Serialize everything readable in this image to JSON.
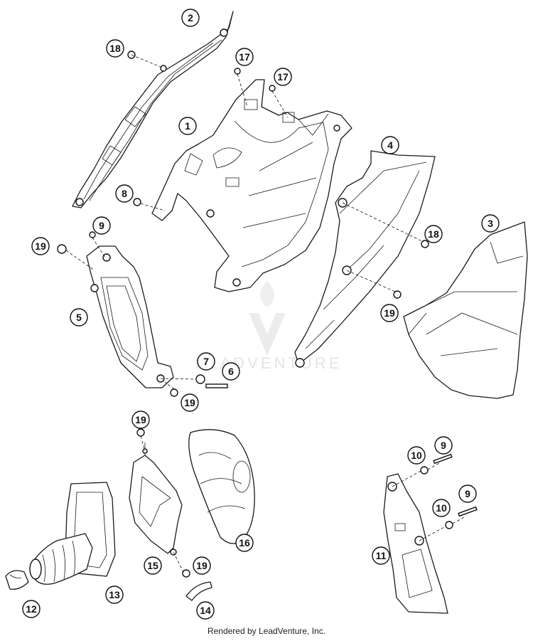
{
  "diagram": {
    "watermark_text": "LEADVENTURE",
    "callouts": [
      {
        "id": "c2a",
        "label": "2"
      },
      {
        "id": "c18a",
        "label": "18"
      },
      {
        "id": "c17a",
        "label": "17"
      },
      {
        "id": "c17b",
        "label": "17"
      },
      {
        "id": "c1",
        "label": "1"
      },
      {
        "id": "c4",
        "label": "4"
      },
      {
        "id": "c8",
        "label": "8"
      },
      {
        "id": "c18b",
        "label": "18"
      },
      {
        "id": "c3",
        "label": "3"
      },
      {
        "id": "c9a",
        "label": "9"
      },
      {
        "id": "c19a",
        "label": "19"
      },
      {
        "id": "c5",
        "label": "5"
      },
      {
        "id": "c19b",
        "label": "19"
      },
      {
        "id": "c7",
        "label": "7"
      },
      {
        "id": "c6",
        "label": "6"
      },
      {
        "id": "c19c",
        "label": "19"
      },
      {
        "id": "c19d",
        "label": "19"
      },
      {
        "id": "c10a",
        "label": "10"
      },
      {
        "id": "c9b",
        "label": "9"
      },
      {
        "id": "c10b",
        "label": "10"
      },
      {
        "id": "c9c",
        "label": "9"
      },
      {
        "id": "c16",
        "label": "16"
      },
      {
        "id": "c11",
        "label": "11"
      },
      {
        "id": "c13",
        "label": "13"
      },
      {
        "id": "c15",
        "label": "15"
      },
      {
        "id": "c19e",
        "label": "19"
      },
      {
        "id": "c12",
        "label": "12"
      },
      {
        "id": "c14",
        "label": "14"
      }
    ]
  },
  "footer": {
    "text": "Rendered by LeadVenture, Inc."
  }
}
